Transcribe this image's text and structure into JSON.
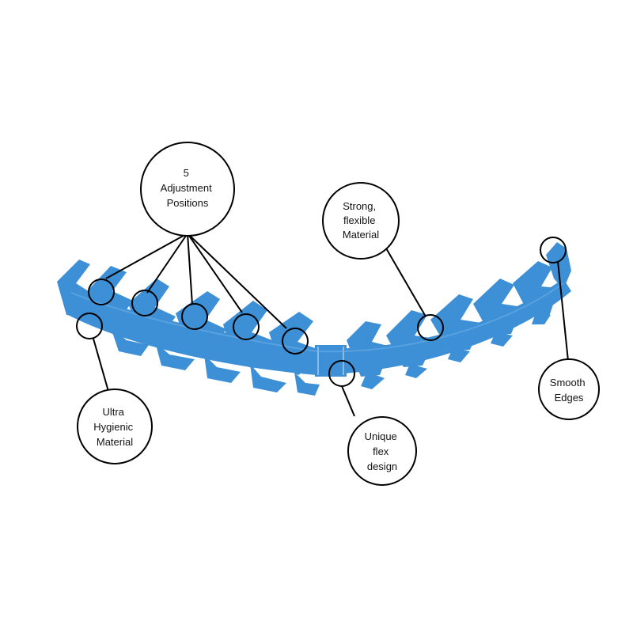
{
  "product": {
    "name": "mask ear saver strap",
    "color": "#3d8fd6",
    "color_dark": "#2d74b8",
    "color_highlight": "#6aaee6"
  },
  "callouts": [
    {
      "id": "adjustment",
      "lines": [
        "5",
        "Adjustment",
        "Positions"
      ]
    },
    {
      "id": "strong",
      "lines": [
        "Strong,",
        "flexible",
        "Material"
      ]
    },
    {
      "id": "hygienic",
      "lines": [
        "Ultra",
        "Hygienic",
        "Material"
      ]
    },
    {
      "id": "flex",
      "lines": [
        "Unique",
        "flex",
        "design"
      ]
    },
    {
      "id": "smooth",
      "lines": [
        "Smooth",
        "Edges"
      ]
    }
  ]
}
